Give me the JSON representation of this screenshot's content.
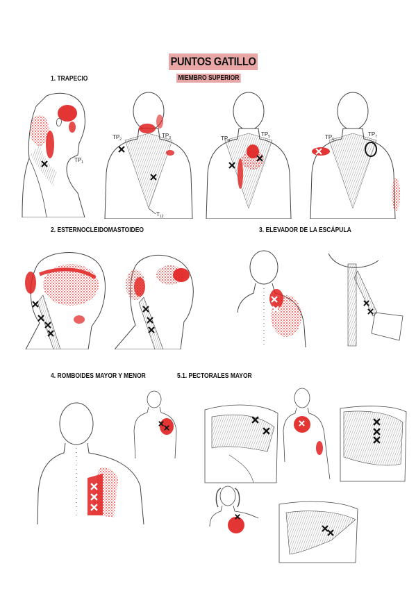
{
  "header": {
    "title": "PUNTOS GATILLO",
    "subtitle": "MIEMBRO SUPERIOR"
  },
  "sections": {
    "s1": "1. TRAPECIO",
    "s2": "2. ESTERNOCLEIDOMASTOIDEO",
    "s3": "3. ELEVADOR DE LA ESCÁPULA",
    "s4": "4. ROMBOIDES MAYOR Y MENOR",
    "s5": "5.1. PECTORALES MAYOR"
  },
  "trapezius_labels": {
    "tp1": "TP",
    "tp1_sub": "1",
    "tp2": "TP",
    "tp2_sub": "2",
    "tp3": "TP",
    "tp3_sub": "3",
    "tp4": "TP",
    "tp4_sub": "4",
    "tp5": "TP",
    "tp5_sub": "5",
    "tp6": "TP",
    "tp6_sub": "6",
    "tp7": "TP",
    "tp7_sub": "7",
    "t12": "T",
    "t12_sub": "12"
  },
  "colors": {
    "highlight": "#e8a6a6",
    "referral_red": "#e0201e",
    "trigger_mark": "#111111",
    "line_art": "#444444"
  },
  "icons": {
    "trigger_point": "x-mark-icon",
    "referral_zone": "red-dot-zone"
  }
}
